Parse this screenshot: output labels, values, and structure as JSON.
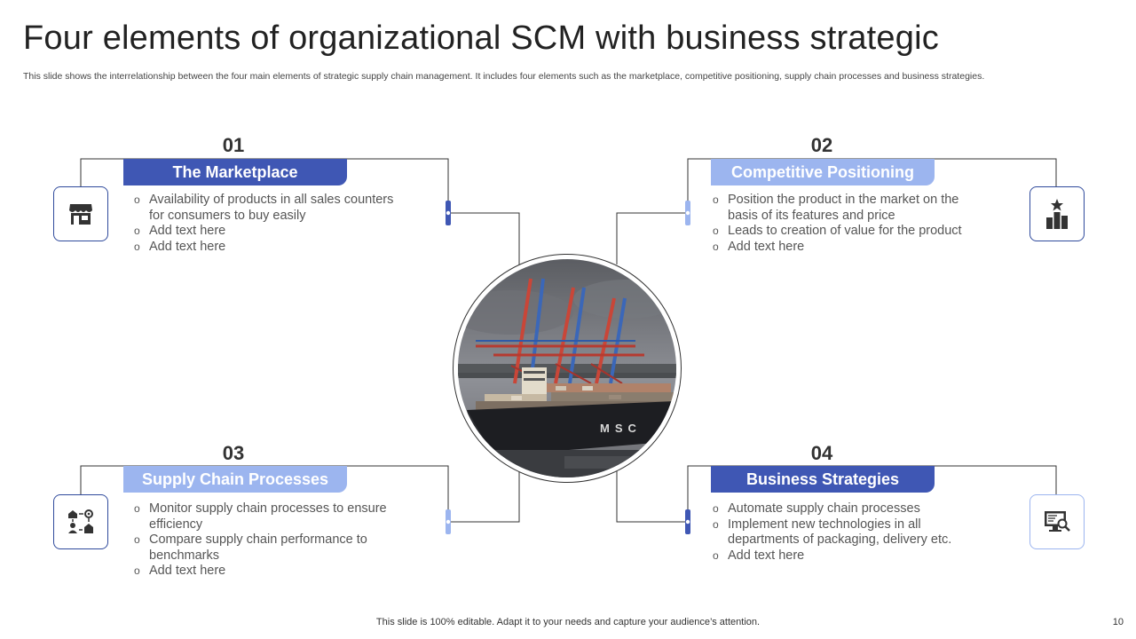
{
  "slide": {
    "title": "Four elements of organizational SCM with business strategic",
    "subtitle": "This slide shows the interrelationship between the four main elements of strategic supply chain management. It includes four elements such as the marketplace, competitive positioning, supply chain processes and business strategies.",
    "footer": "This slide is 100% editable. Adapt it to your needs and capture your audience’s attention.",
    "page_number": "10"
  },
  "colors": {
    "dark_blue": "#3f57b4",
    "light_blue": "#9cb5ef",
    "line": "#333333"
  },
  "elements": [
    {
      "number": "01",
      "heading": "The Marketplace",
      "icon": "storefront-icon",
      "bullets": [
        "Availability  of products in all sales counters for consumers to buy easily",
        "Add text here",
        "Add text here"
      ]
    },
    {
      "number": "02",
      "heading": "Competitive Positioning",
      "icon": "bar-chart-star-icon",
      "bullets": [
        "Position the product in the market on the basis of its features and price",
        "Leads to creation of value for the product",
        "Add text here"
      ]
    },
    {
      "number": "03",
      "heading": "Supply Chain Processes",
      "icon": "process-flow-icon",
      "bullets": [
        "Monitor supply chain processes to ensure efficiency",
        "Compare supply chain performance to benchmarks",
        "Add text here"
      ]
    },
    {
      "number": "04",
      "heading": "Business Strategies",
      "icon": "monitor-analysis-icon",
      "bullets": [
        "Automate supply chain processes",
        "Implement new technologies in all departments of packaging, delivery etc.",
        "Add text here"
      ]
    }
  ],
  "center_image": {
    "icon": "container-ship-port-photo",
    "ship_lettering": "MSC"
  }
}
